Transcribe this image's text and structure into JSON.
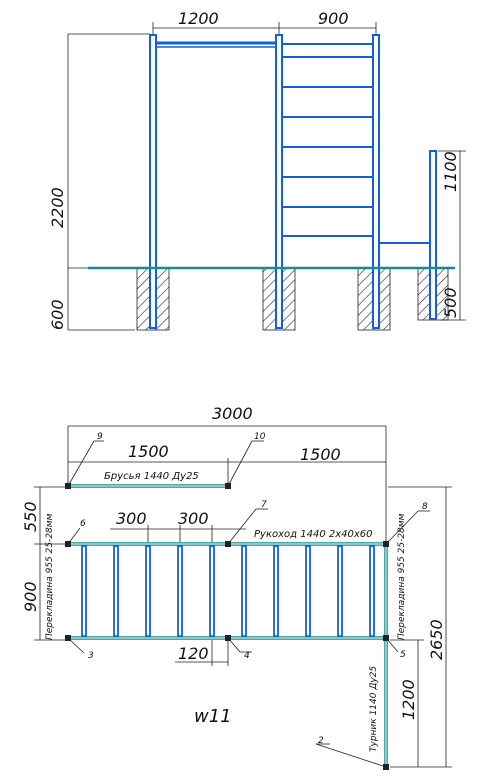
{
  "side_view": {
    "dim_width_left": "1200",
    "dim_width_right": "900",
    "dim_height": "2200",
    "dim_depth": "600",
    "dim_bar_height": "1100",
    "dim_bar_depth": "500"
  },
  "plan_view": {
    "dim_total": "3000",
    "dim_left_half": "1500",
    "dim_right_half": "1500",
    "dim_top_offset": "550",
    "dim_rung_step_1": "300",
    "dim_rung_step_2": "300",
    "dim_side": "900",
    "dim_total_depth": "2650",
    "dim_gap": "120",
    "dim_tail": "1200",
    "label_parallel_bars": "Брусья 1440 Ду25",
    "label_monkey_bars": "Рукоход 1440 2х40х60",
    "label_crossbar_left": "Перекладина 955 25-28мм",
    "label_crossbar_right": "Перекладина 955 25-28мм",
    "label_pullup_bar": "Турник 1140 Ду25",
    "node_numbers": [
      "2",
      "3",
      "4",
      "5",
      "6",
      "7",
      "8",
      "9",
      "10"
    ]
  },
  "drawing_title": "w11",
  "colors": {
    "frame": "#1560d8",
    "rail": "#148c96",
    "line": "#222222"
  }
}
